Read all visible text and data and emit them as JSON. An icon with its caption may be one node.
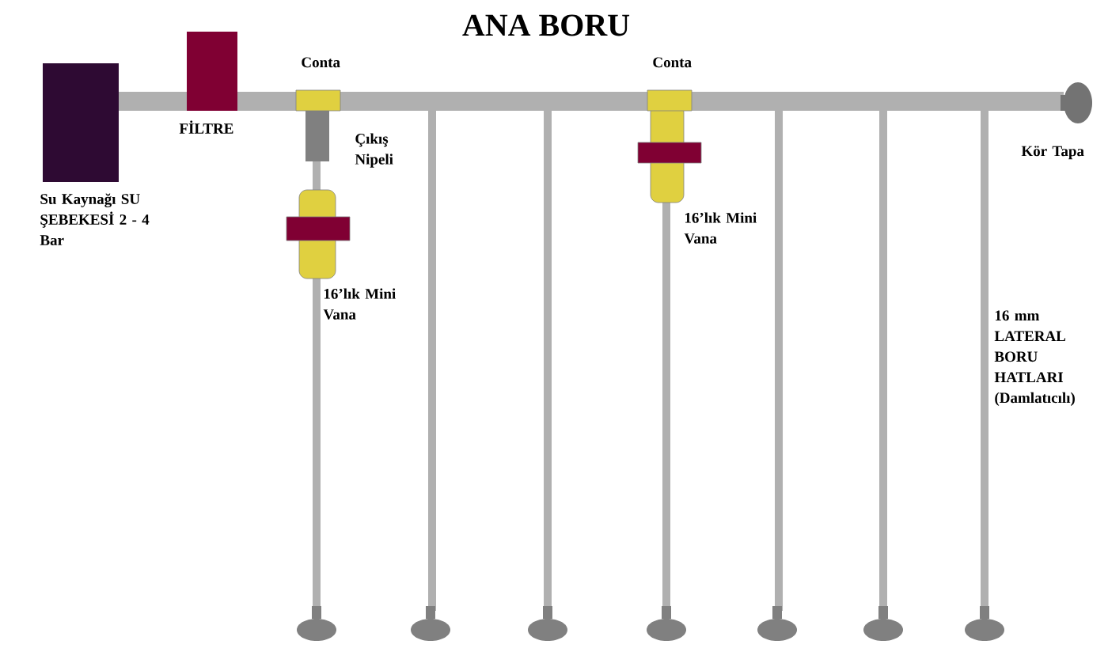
{
  "diagram": {
    "title": "ANA BORU",
    "labels": [
      "Conta",
      "FİLTRE",
      "Conta",
      "Çıkış Nipeli",
      "Kör Tapa",
      "Su Kaynağı SU ŞEBEKESİ 2 - 4 Bar",
      "16’lık Mini Vana",
      "16’lık Mini Vana",
      "16 mm LATERAL BORU HATLARI (Damlatıcılı)"
    ]
  }
}
